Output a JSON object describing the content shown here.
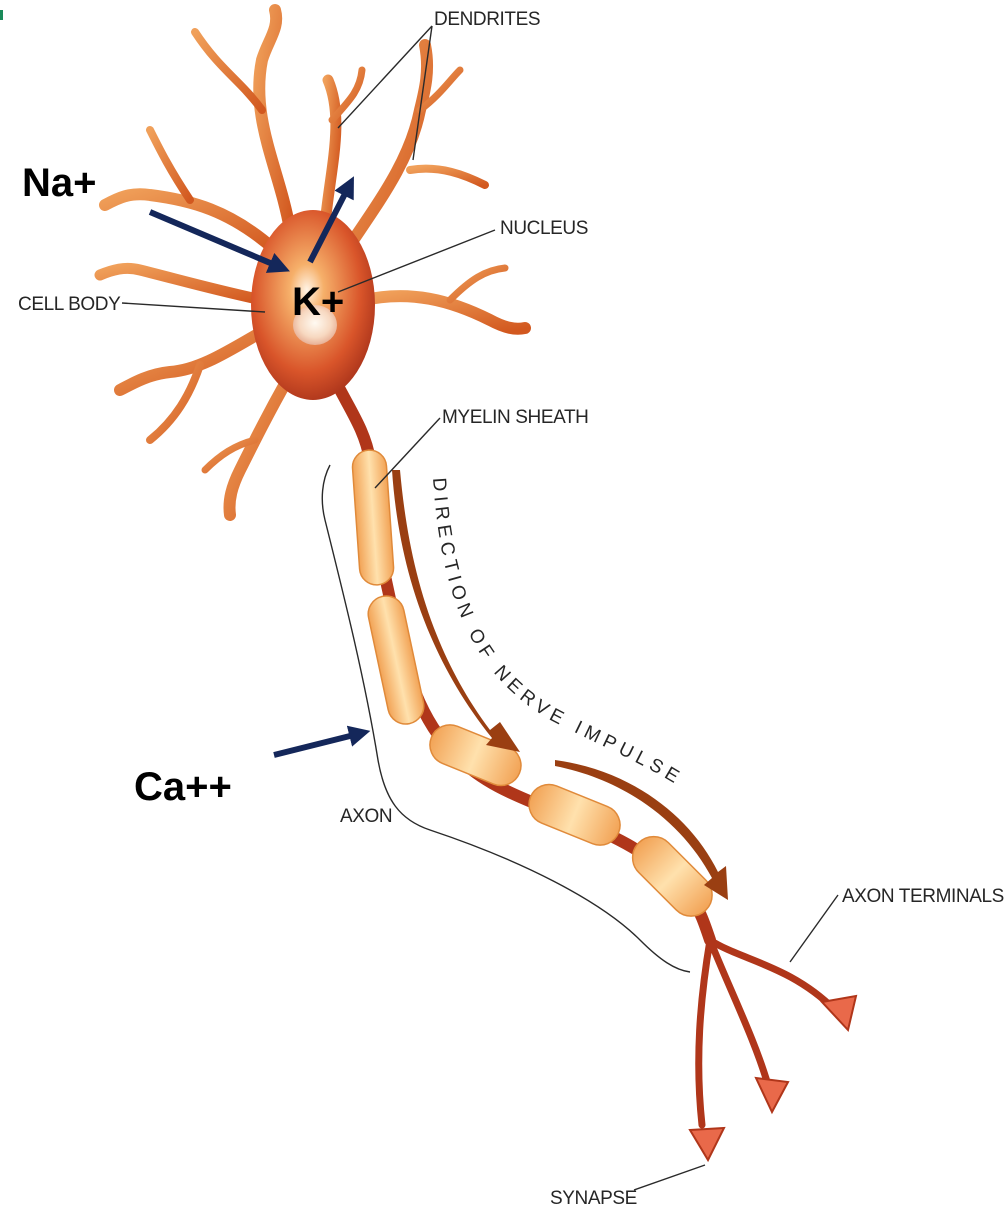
{
  "labels": {
    "dendrites": "DENDRITES",
    "nucleus": "NUCLEUS",
    "cell_body": "CELL BODY",
    "myelin_sheath": "MYELIN SHEATH",
    "axon": "AXON",
    "axon_terminals": "AXON TERMINALS",
    "synapse": "SYNAPSE"
  },
  "impulse_direction_text": "DIRECTION OF NERVE IMPULSE",
  "ions": {
    "sodium": "Na+",
    "potassium": "K+",
    "calcium": "Ca++"
  },
  "colors": {
    "neuron": "#d9652a",
    "neuron_dark": "#8c2a10",
    "myelin": "#f6c07a",
    "ion_arrow": "#14275a",
    "impulse_arrow": "#9a3f12",
    "accent_mark": "#1a8a5a"
  }
}
